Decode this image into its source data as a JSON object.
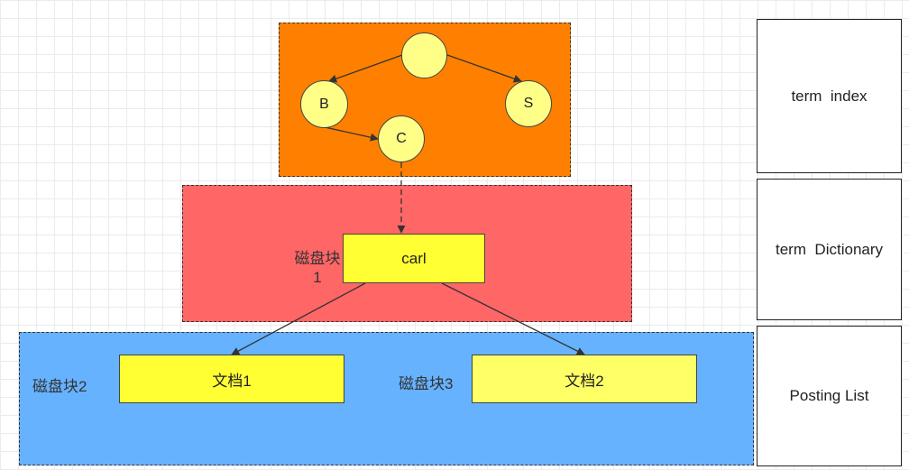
{
  "layers": {
    "index_label": "term  index",
    "dictionary_label": "term  Dictionary",
    "posting_label": "Posting List"
  },
  "tree": {
    "root_label": "",
    "left_child": "B",
    "right_child": "S",
    "grandchild": "C"
  },
  "dictionary": {
    "term": "carl",
    "disk_label": "磁盘块 1"
  },
  "postings": {
    "doc1": "文档1",
    "doc2": "文档2",
    "disk2_label": "磁盘块2",
    "disk3_label": "磁盘块3"
  },
  "colors": {
    "index_region": "#ff8000",
    "dictionary_region": "#ff6666",
    "posting_region": "#66b2ff",
    "node_fill": "#ffff88",
    "block_fill": "#ffff33"
  }
}
